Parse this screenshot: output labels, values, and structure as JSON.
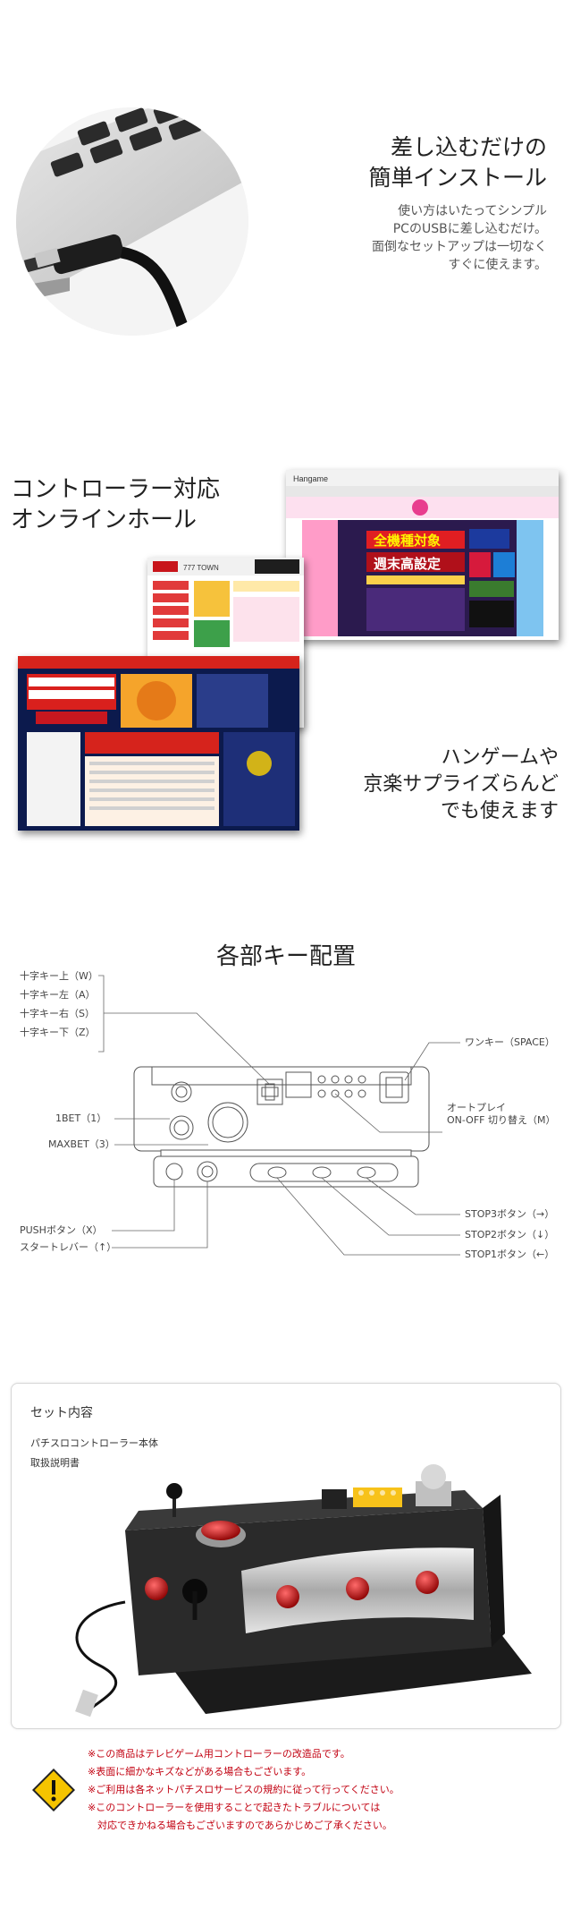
{
  "install": {
    "heading": [
      "差し込むだけの",
      "簡単インストール"
    ],
    "body": [
      "使い方はいたってシンプル",
      "PCのUSBに差し込むだけ。",
      "面倒なセットアップは一切なく",
      "すぐに使えます。"
    ]
  },
  "online": {
    "heading": [
      "コントローラー対応",
      "オンラインホール"
    ],
    "body": [
      "ハンゲームや",
      "京楽サプライズらんど",
      "でも使えます"
    ],
    "screenshots": {
      "hangame_brand": "Hangame",
      "hangame_banner": [
        "全機種対象",
        "週末高設定"
      ],
      "site777_brand": "777 TOWN"
    }
  },
  "keys": {
    "heading": "各部キー配置",
    "labels": {
      "up": "十字キー上（W）",
      "left": "十字キー左（A）",
      "right": "十字キー右（S）",
      "down": "十字キー下（Z）",
      "bet1": "1BET（1）",
      "maxbet": "MAXBET（3）",
      "push": "PUSHボタン（X）",
      "lever": "スタートレバー（↑）",
      "wankey": "ワンキー（SPACE）",
      "autoplay": [
        "オートプレイ",
        "ON-OFF 切り替え（M）"
      ],
      "stop3": "STOP3ボタン（→）",
      "stop2": "STOP2ボタン（↓）",
      "stop1": "STOP1ボタン（←）"
    }
  },
  "set": {
    "title": "セット内容",
    "items": [
      "パチスロコントローラー本体",
      "取扱説明書"
    ]
  },
  "notes": [
    "※この商品はテレビゲーム用コントローラーの改造品です。",
    "※表面に細かなキズなどがある場合もございます。",
    "※ご利用は各ネットパチスロサービスの規約に従って行ってください。",
    "※このコントローラーを使用することで起きたトラブルについては",
    "　対応できかねる場合もございますのであらかじめご了承ください。"
  ]
}
